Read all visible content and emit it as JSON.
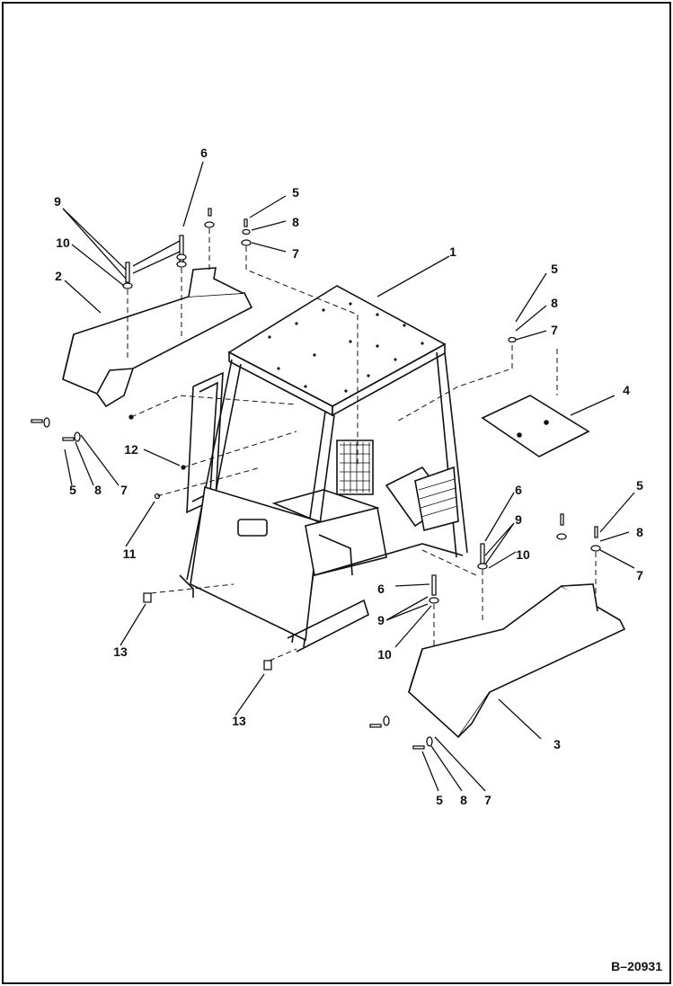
{
  "figure_code": "B–20931",
  "callouts": {
    "c1": "1",
    "c2": "2",
    "c3": "3",
    "c4": "4",
    "c5a": "5",
    "c5b": "5",
    "c5c": "5",
    "c5d": "5",
    "c5e": "5",
    "c6a": "6",
    "c6b": "6",
    "c6c": "6",
    "c7a": "7",
    "c7b": "7",
    "c7c": "7",
    "c7d": "7",
    "c7e": "7",
    "c8a": "8",
    "c8b": "8",
    "c8c": "8",
    "c8d": "8",
    "c8e": "8",
    "c9a": "9",
    "c9b": "9",
    "c9c": "9",
    "c10a": "10",
    "c10b": "10",
    "c10c": "10",
    "c11": "11",
    "c12": "12",
    "c13a": "13",
    "c13b": "13"
  },
  "colors": {
    "ink": "#111111",
    "paper": "#ffffff"
  }
}
